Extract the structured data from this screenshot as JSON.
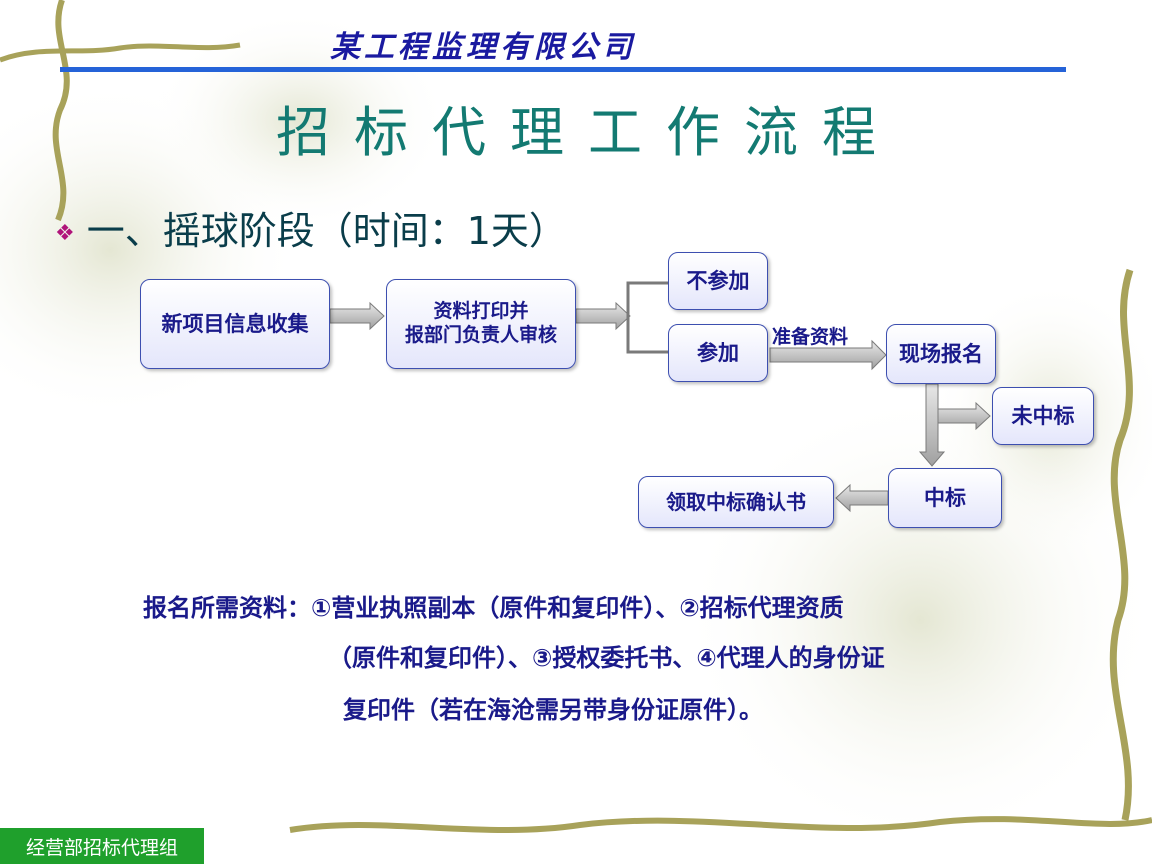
{
  "header": {
    "company": "某工程监理有限公司"
  },
  "title": "招标代理工作流程",
  "section": {
    "bullet_icon": "diamond-bullet-icon",
    "heading": "一、摇球阶段（时间：1天）"
  },
  "flow": {
    "collect": "新项目信息收集",
    "print_line1": "资料打印并",
    "print_line2": "报部门负责人审核",
    "not_join": "不参加",
    "join": "参加",
    "prepare": "准备资料",
    "register": "现场报名",
    "not_win": "未中标",
    "win": "中标",
    "confirm": "领取中标确认书"
  },
  "requirements": {
    "line1": "报名所需资料：①营业执照副本（原件和复印件）、②招标代理资质",
    "line2": "（原件和复印件）、③授权委托书、④代理人的身份证",
    "line3": "复印件（若在海沧需另带身份证原件）。"
  },
  "footer": "经营部招标代理组",
  "colors": {
    "accent_line": "#2563d8",
    "title": "#137a72",
    "text": "#1a1a8a",
    "footer": "#1fa02c"
  }
}
